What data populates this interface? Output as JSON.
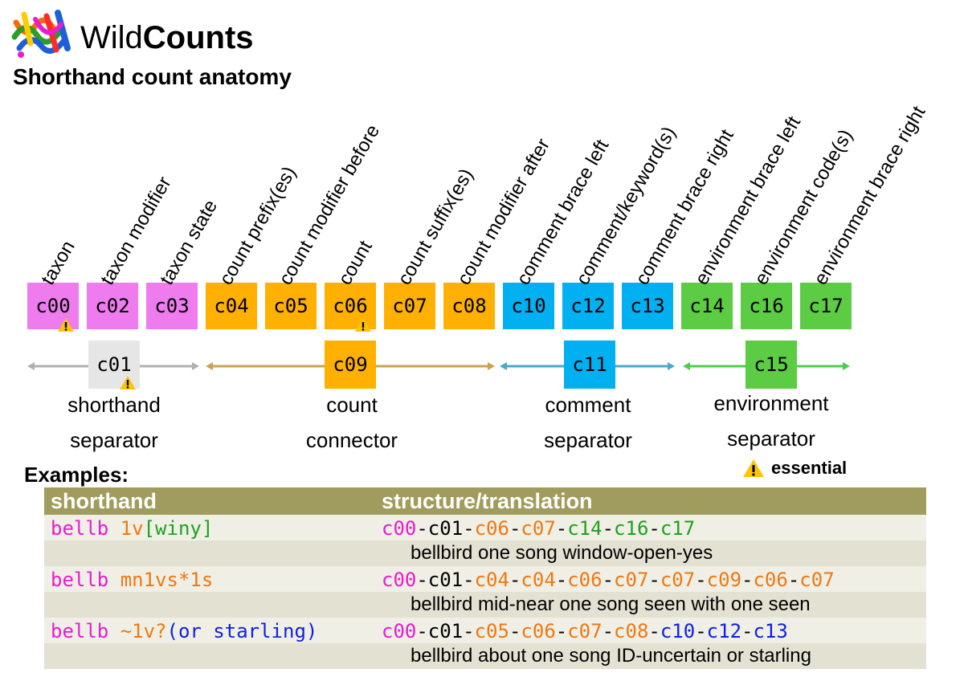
{
  "brand": {
    "part1": "Wild",
    "part2": "Counts"
  },
  "title": "Shorthand count anatomy",
  "colors": {
    "taxon": "#ee7cee",
    "count": "#ffb000",
    "comment": "#00b0f0",
    "environment": "#5ccc44",
    "separator": "#e6e6e6",
    "magenta_text": "#e81cd0",
    "orange_text": "#f07810",
    "green_text": "#20a020",
    "blue_text": "#1020e0",
    "table_header": "#9f9c5d"
  },
  "components": [
    {
      "code": "c00",
      "label": "taxon",
      "group": "taxon",
      "essential": true
    },
    {
      "code": "c02",
      "label": "taxon modifier",
      "group": "taxon"
    },
    {
      "code": "c03",
      "label": "taxon state",
      "group": "taxon"
    },
    {
      "code": "c04",
      "label": "count prefix(es)",
      "group": "count"
    },
    {
      "code": "c05",
      "label": "count modifier before",
      "group": "count"
    },
    {
      "code": "c06",
      "label": "count",
      "group": "count",
      "essential": true
    },
    {
      "code": "c07",
      "label": "count suffix(es)",
      "group": "count"
    },
    {
      "code": "c08",
      "label": "count modifier after",
      "group": "count"
    },
    {
      "code": "c10",
      "label": "comment brace left",
      "group": "comment"
    },
    {
      "code": "c12",
      "label": "comment/keyword(s)",
      "group": "comment"
    },
    {
      "code": "c13",
      "label": "comment brace right",
      "group": "comment"
    },
    {
      "code": "c14",
      "label": "environment brace left",
      "group": "environment"
    },
    {
      "code": "c16",
      "label": "environment code(s)",
      "group": "environment"
    },
    {
      "code": "c17",
      "label": "environment brace right",
      "group": "environment"
    }
  ],
  "separators": [
    {
      "code": "c01",
      "caption1": "shorthand",
      "caption2": "separator",
      "group": "separator",
      "essential": true
    },
    {
      "code": "c09",
      "caption1": "count",
      "caption2": "connector",
      "group": "count"
    },
    {
      "code": "c11",
      "caption1": "comment",
      "caption2": "separator",
      "group": "comment"
    },
    {
      "code": "c15",
      "caption1": "environment",
      "caption2": "separator",
      "group": "environment"
    }
  ],
  "legend": {
    "text": "essential"
  },
  "examples": {
    "heading": "Examples:",
    "columns": [
      "shorthand",
      "structure/translation"
    ],
    "rows": [
      {
        "shorthand": [
          {
            "t": "bellb ",
            "c": "magenta"
          },
          {
            "t": "1v",
            "c": "orange"
          },
          {
            "t": "[winy]",
            "c": "green"
          }
        ],
        "structure": [
          {
            "t": "c00",
            "c": "magenta"
          },
          {
            "t": "-c01-",
            "c": "black"
          },
          {
            "t": "c06",
            "c": "orange"
          },
          {
            "t": "-",
            "c": "black"
          },
          {
            "t": "c07",
            "c": "orange"
          },
          {
            "t": "-",
            "c": "black"
          },
          {
            "t": "c14",
            "c": "green"
          },
          {
            "t": "-",
            "c": "black"
          },
          {
            "t": "c16",
            "c": "green"
          },
          {
            "t": "-",
            "c": "black"
          },
          {
            "t": "c17",
            "c": "green"
          }
        ],
        "translation": "bellbird one song window-open-yes"
      },
      {
        "shorthand": [
          {
            "t": "bellb ",
            "c": "magenta"
          },
          {
            "t": "mn1vs*1s",
            "c": "orange"
          }
        ],
        "structure": [
          {
            "t": "c00",
            "c": "magenta"
          },
          {
            "t": "-c01-",
            "c": "black"
          },
          {
            "t": "c04",
            "c": "orange"
          },
          {
            "t": "-",
            "c": "black"
          },
          {
            "t": "c04",
            "c": "orange"
          },
          {
            "t": "-",
            "c": "black"
          },
          {
            "t": "c06",
            "c": "orange"
          },
          {
            "t": "-",
            "c": "black"
          },
          {
            "t": "c07",
            "c": "orange"
          },
          {
            "t": "-",
            "c": "black"
          },
          {
            "t": "c07",
            "c": "orange"
          },
          {
            "t": "-",
            "c": "black"
          },
          {
            "t": "c09",
            "c": "orange"
          },
          {
            "t": "-",
            "c": "black"
          },
          {
            "t": "c06",
            "c": "orange"
          },
          {
            "t": "-",
            "c": "black"
          },
          {
            "t": "c07",
            "c": "orange"
          }
        ],
        "translation": "bellbird mid-near one song seen with one seen"
      },
      {
        "shorthand": [
          {
            "t": "bellb ",
            "c": "magenta"
          },
          {
            "t": "~1v?",
            "c": "orange"
          },
          {
            "t": "(or starling)",
            "c": "blue"
          }
        ],
        "structure": [
          {
            "t": "c00",
            "c": "magenta"
          },
          {
            "t": "-c01-",
            "c": "black"
          },
          {
            "t": "c05",
            "c": "orange"
          },
          {
            "t": "-",
            "c": "black"
          },
          {
            "t": "c06",
            "c": "orange"
          },
          {
            "t": "-",
            "c": "black"
          },
          {
            "t": "c07",
            "c": "orange"
          },
          {
            "t": "-",
            "c": "black"
          },
          {
            "t": "c08",
            "c": "orange"
          },
          {
            "t": "-",
            "c": "black"
          },
          {
            "t": "c10",
            "c": "blue"
          },
          {
            "t": "-",
            "c": "black"
          },
          {
            "t": "c12",
            "c": "blue"
          },
          {
            "t": "-",
            "c": "black"
          },
          {
            "t": "c13",
            "c": "blue"
          }
        ],
        "translation": "bellbird about one song ID-uncertain or starling"
      }
    ]
  }
}
